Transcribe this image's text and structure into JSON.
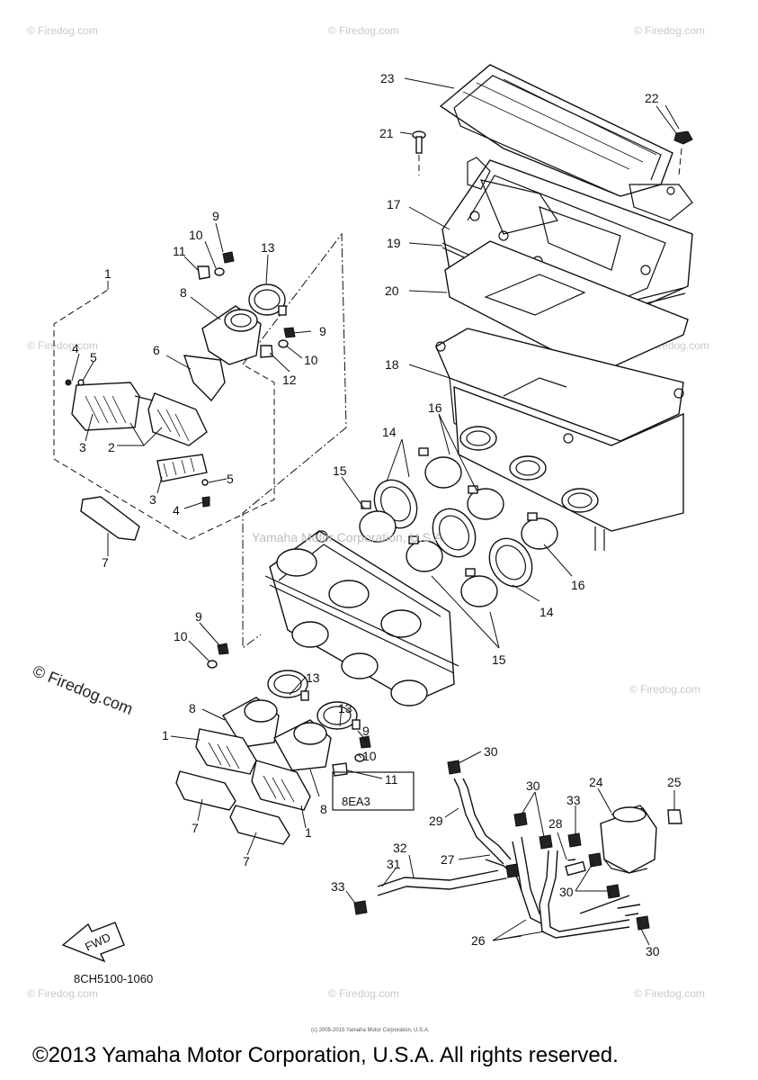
{
  "diagram": {
    "part_code": "8CH5100-1060",
    "fwd_label": "FWD",
    "inset_code": "8EA3",
    "center_watermark": "Yamaha Motor Corporation, U.S.A.",
    "firedog_large": "© Firedog.com",
    "firedog_small": "© Firedog.com",
    "tiny_copyright": "(c) 2005-2015 Yamaha Motor Corporation, U.S.A.",
    "footer": "©2013 Yamaha Motor Corporation, U.S.A. All rights reserved."
  },
  "callouts": [
    {
      "id": "c23",
      "text": "23"
    },
    {
      "id": "c22",
      "text": "22"
    },
    {
      "id": "c21",
      "text": "21"
    },
    {
      "id": "c17",
      "text": "17"
    },
    {
      "id": "c19",
      "text": "19"
    },
    {
      "id": "c20",
      "text": "20"
    },
    {
      "id": "c18",
      "text": "18"
    },
    {
      "id": "c9a",
      "text": "9"
    },
    {
      "id": "c10a",
      "text": "10"
    },
    {
      "id": "c11a",
      "text": "11"
    },
    {
      "id": "c13a",
      "text": "13"
    },
    {
      "id": "c8a",
      "text": "8"
    },
    {
      "id": "c1a",
      "text": "1"
    },
    {
      "id": "c9b",
      "text": "9"
    },
    {
      "id": "c10b",
      "text": "10"
    },
    {
      "id": "c12",
      "text": "12"
    },
    {
      "id": "c6",
      "text": "6"
    },
    {
      "id": "c4a",
      "text": "4"
    },
    {
      "id": "c5a",
      "text": "5"
    },
    {
      "id": "c3a",
      "text": "3"
    },
    {
      "id": "c2",
      "text": "2"
    },
    {
      "id": "c3b",
      "text": "3"
    },
    {
      "id": "c5b",
      "text": "5"
    },
    {
      "id": "c4b",
      "text": "4"
    },
    {
      "id": "c7a",
      "text": "7"
    },
    {
      "id": "c16a",
      "text": "16"
    },
    {
      "id": "c14a",
      "text": "14"
    },
    {
      "id": "c15a",
      "text": "15"
    },
    {
      "id": "c16b",
      "text": "16"
    },
    {
      "id": "c14b",
      "text": "14"
    },
    {
      "id": "c15b",
      "text": "15"
    },
    {
      "id": "c9c",
      "text": "9"
    },
    {
      "id": "c10c",
      "text": "10"
    },
    {
      "id": "c13b",
      "text": "13"
    },
    {
      "id": "c13c",
      "text": "13"
    },
    {
      "id": "c8b",
      "text": "8"
    },
    {
      "id": "c1b",
      "text": "1"
    },
    {
      "id": "c9d",
      "text": "9"
    },
    {
      "id": "c10d",
      "text": "10"
    },
    {
      "id": "c11b",
      "text": "11"
    },
    {
      "id": "c8c",
      "text": "8"
    },
    {
      "id": "c1c",
      "text": "1"
    },
    {
      "id": "c7b",
      "text": "7"
    },
    {
      "id": "c7c",
      "text": "7"
    },
    {
      "id": "c30a",
      "text": "30"
    },
    {
      "id": "c30b",
      "text": "30"
    },
    {
      "id": "c33a",
      "text": "33"
    },
    {
      "id": "c24",
      "text": "24"
    },
    {
      "id": "c25",
      "text": "25"
    },
    {
      "id": "c29",
      "text": "29"
    },
    {
      "id": "c28",
      "text": "28"
    },
    {
      "id": "c32",
      "text": "32"
    },
    {
      "id": "c27",
      "text": "27"
    },
    {
      "id": "c31",
      "text": "31"
    },
    {
      "id": "c30c",
      "text": "30"
    },
    {
      "id": "c33b",
      "text": "33"
    },
    {
      "id": "c26",
      "text": "26"
    },
    {
      "id": "c30d",
      "text": "30"
    }
  ]
}
